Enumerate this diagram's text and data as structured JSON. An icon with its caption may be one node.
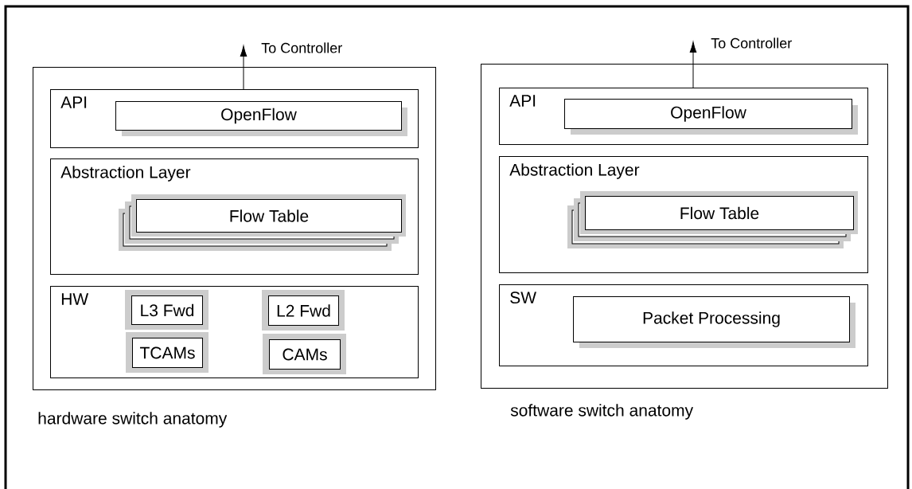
{
  "diagram": {
    "nodes": [
      {
        "text": [],
        "shape": "box",
        "beside": [
          "hardware switch anatomy"
        ]
      },
      {
        "text": [
          "API"
        ],
        "in": 0
      },
      {
        "text": [
          "OpenFlow"
        ],
        "in": 1
      },
      {
        "text": [
          "Abstraction Layer"
        ],
        "in": 0
      },
      {
        "text": [
          "Flow Table"
        ],
        "in": 3
      },
      {
        "text": [
          "HW"
        ],
        "in": 0
      },
      {
        "text": [
          "L3 Fwd"
        ],
        "in": 5
      },
      {
        "text": [
          "L2 Fwd"
        ],
        "in": 5
      },
      {
        "text": [
          "TCAMs"
        ],
        "in": 5
      },
      {
        "text": [
          "CAMs"
        ],
        "in": 5
      },
      {
        "text": [],
        "shape": "box",
        "beside": [
          "software switch anatomy"
        ]
      },
      {
        "text": [
          "API"
        ],
        "in": 10
      },
      {
        "text": [
          "OpenFlow"
        ],
        "in": 11
      },
      {
        "text": [
          "Abstraction Layer"
        ],
        "in": 10
      },
      {
        "text": [
          "Flow Table"
        ],
        "in": 13
      },
      {
        "text": [
          "SW"
        ],
        "in": 10
      },
      {
        "text": [
          "Packet Processing"
        ],
        "in": 15
      }
    ],
    "edges": [
      {
        "from": 1,
        "to": null,
        "arrow": "to",
        "label": "To Controller"
      },
      {
        "from": 11,
        "to": null,
        "arrow": "to",
        "label": "To Controller"
      }
    ]
  }
}
